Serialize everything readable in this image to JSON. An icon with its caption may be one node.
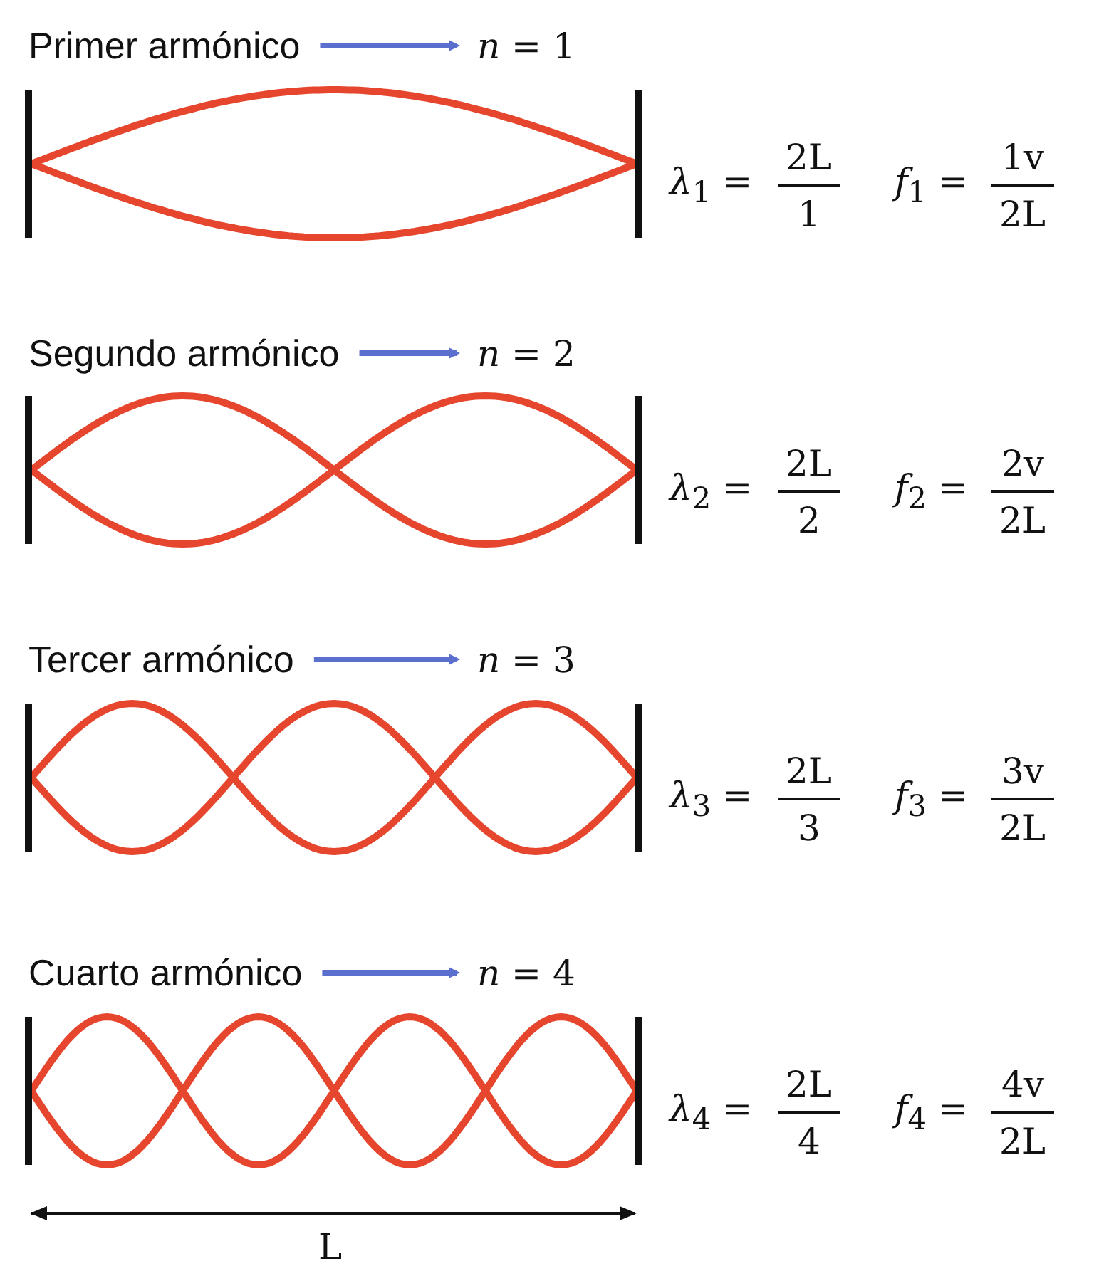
{
  "diagram": {
    "nodes": [
      {
        "text": [
          "Primer armónico"
        ]
      },
      {
        "text": [
          "*n* = 1"
        ]
      },
      {
        "text": [
          "Segundo armónico"
        ]
      },
      {
        "text": [
          "*n* = 2"
        ]
      },
      {
        "text": [
          "Tercer armónico"
        ]
      },
      {
        "text": [
          "*n* = 3"
        ]
      },
      {
        "text": [
          "Cuarto armónico"
        ]
      },
      {
        "text": [
          "*n* = 4"
        ]
      }
    ],
    "edges": [
      {
        "from": 0,
        "to": 1,
        "arrow": "to"
      },
      {
        "from": 2,
        "to": 3,
        "arrow": "to"
      },
      {
        "from": 4,
        "to": 5,
        "arrow": "to"
      },
      {
        "from": 6,
        "to": 7,
        "arrow": "to"
      }
    ],
    "labels": [
      "*λ*$_{1}$ =",
      "2L",
      "1",
      "*f*$_{1}$ =",
      "1v",
      "2L",
      "*λ*$_{2}$ =",
      "2L",
      "2",
      "*f*$_{2}$ =",
      "2v",
      "2L",
      "*λ*$_{3}$ =",
      "2L",
      "3",
      "*f*$_{3}$ =",
      "3v",
      "2L",
      "*λ*$_{4}$ =",
      "2L",
      "4",
      "*f*$_{4}$ =",
      "4v",
      "2L",
      "L"
    ]
  }
}
